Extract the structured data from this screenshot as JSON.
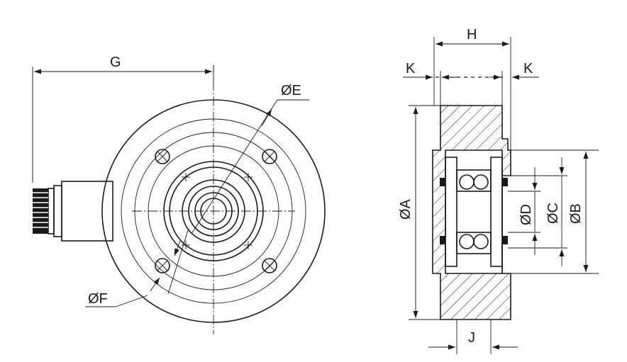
{
  "labels": {
    "G": "G",
    "E": "ØE",
    "F": "ØF",
    "H": "H",
    "K_left": "K",
    "K_right": "K",
    "A": "ØA",
    "B": "ØB",
    "C": "ØC",
    "D": "ØD",
    "J": "J"
  },
  "colors": {
    "line": "#1a1a1a",
    "background": "#ffffff"
  }
}
